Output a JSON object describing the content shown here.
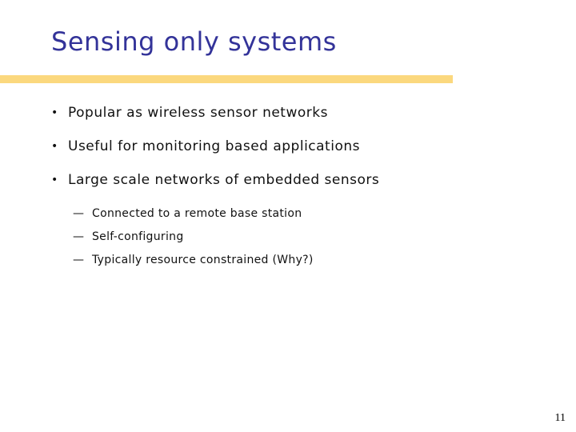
{
  "slide": {
    "title": "Sensing only systems",
    "page_number": "11",
    "bullet_glyph": "•",
    "sub_bullet_glyph": "—",
    "bullets": [
      {
        "label": "Popular as wireless sensor networks"
      },
      {
        "label": "Useful for monitoring based applications"
      },
      {
        "label": "Large scale networks of embedded sensors"
      }
    ],
    "sub_bullets": [
      {
        "label": "Connected to a remote base station"
      },
      {
        "label": "Self-configuring"
      },
      {
        "label": "Typically resource constrained (Why?)"
      }
    ],
    "colors": {
      "title": "#333399",
      "accent_bar": "#FBD87E",
      "body_text": "#111111"
    }
  }
}
